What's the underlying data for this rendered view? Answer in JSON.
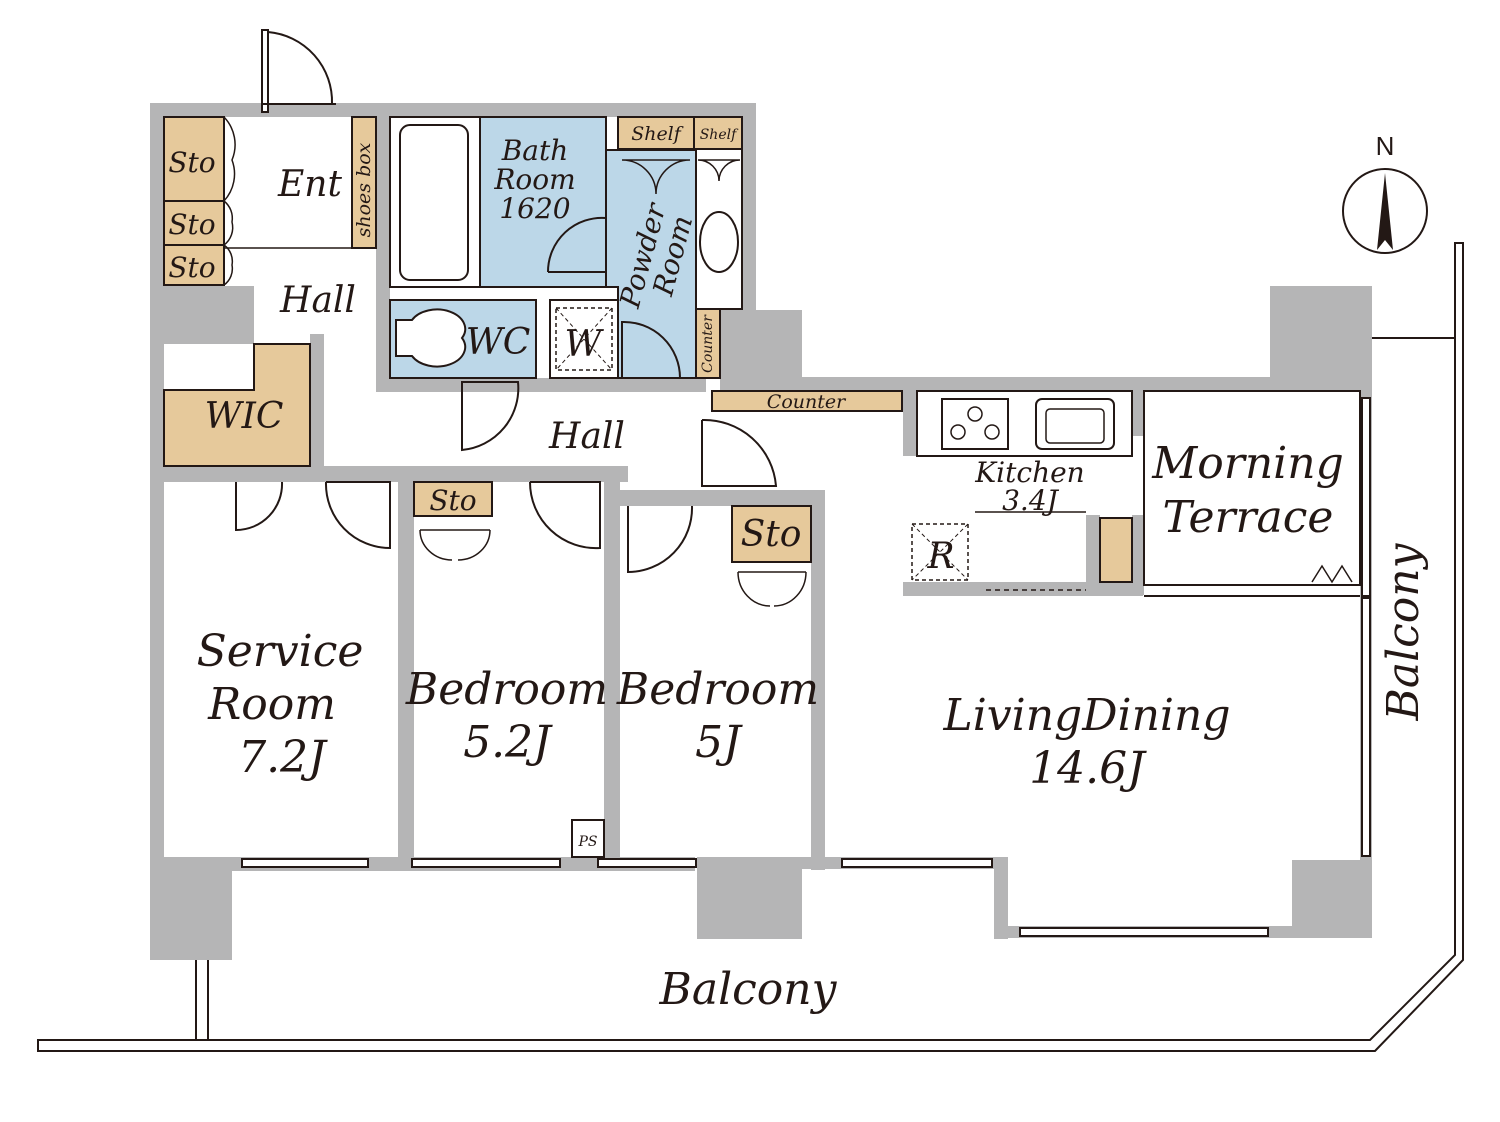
{
  "north": {
    "label": "N"
  },
  "labels": {
    "sto_1": "Sto",
    "sto_2": "Sto",
    "sto_3": "Sto",
    "ent": "Ent",
    "shoes_box": "shoes box",
    "bath_line1": "Bath",
    "bath_line2": "Room",
    "bath_line3": "1620",
    "shelf_1": "Shelf",
    "shelf_2": "Shelf",
    "powder_line1": "Powder",
    "powder_line2": "Room",
    "counter_vertical": "Counter",
    "hall_upper": "Hall",
    "wc": "WC",
    "w": "W",
    "wic": "WIC",
    "hall_lower": "Hall",
    "counter_horizontal": "Counter",
    "kitchen_line1": "Kitchen",
    "kitchen_line2": "3.4J",
    "r": "R",
    "morning_line1": "Morning",
    "morning_line2": "Terrace",
    "sto_bed1": "Sto",
    "sto_bed2": "Sto",
    "service_line1": "Service",
    "service_line2": "Room",
    "service_line3": "7.2J",
    "bedroom1_line1": "Bedroom",
    "bedroom1_line2": "5.2J",
    "bedroom2_line1": "Bedroom",
    "bedroom2_line2": "5J",
    "ps": "PS",
    "living_line1": "LivingDining",
    "living_line2": "14.6J",
    "balcony_bottom": "Balcony",
    "balcony_right": "Balcony"
  }
}
